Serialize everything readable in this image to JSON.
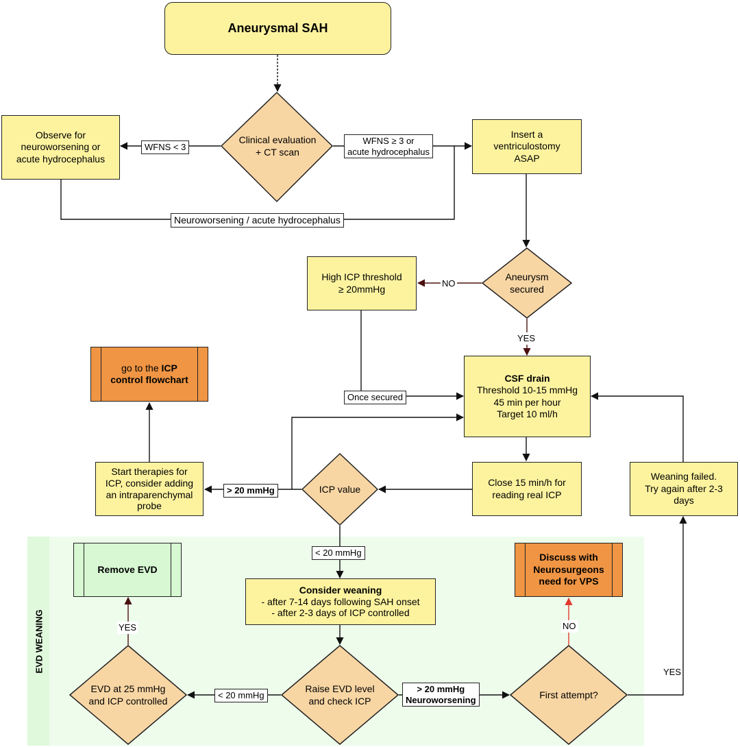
{
  "nodes": {
    "start": "Aneurysmal SAH",
    "clinical_eval": "Clinical evaluation\n+ CT scan",
    "observe": "Observe for\nneuroworsening or\nacute hydrocephalus",
    "ventriculostomy": "Insert a\nventriculostomy\nASAP",
    "aneurysm_secured": "Aneurysm\nsecured",
    "high_icp": "High ICP threshold\n≥ 20mmHg",
    "csf_drain_title": "CSF drain",
    "csf_drain_body": "Threshold 10-15 mmHg\n45 min per hour\nTarget 10 ml/h",
    "icp_control_prefix": "go to the ",
    "icp_control_bold": "ICP\ncontrol flowchart",
    "start_therapies": "Start therapies for\nICP, consider adding\nan intraparenchymal\nprobe",
    "icp_value": "ICP value",
    "close_15": "Close 15 min/h for\nreading real ICP",
    "weaning_failed": "Weaning failed.\nTry again after 2-3\ndays",
    "remove_evd": "Remove EVD",
    "consider_weaning_title": "Consider weaning",
    "consider_weaning_body": "- after 7-14 days following SAH onset\n- after 2-3 days of ICP controlled",
    "discuss_neuro": "Discuss with\nNeurosurgeons\nneed for VPS",
    "evd_25": "EVD at 25 mmHg\nand ICP controlled",
    "raise_evd": "Raise EVD level\nand check ICP",
    "first_attempt": "First attempt?"
  },
  "labels": {
    "wfns_lt3": "WFNS < 3",
    "wfns_ge3": "WFNS ≥ 3 or\nacute hydrocephalus",
    "neuroworsening": "Neuroworsening / acute hydrocephalus",
    "no_1": "NO",
    "yes_1": "YES",
    "once_secured": "Once secured",
    "gt20": "> 20 mmHg",
    "lt20_a": "< 20 mmHg",
    "yes_2": "YES",
    "no_2": "NO",
    "yes_3": "YES",
    "lt20_b": "< 20 mmHg",
    "gt20_neuro": "> 20 mmHg\nNeuroworsening"
  },
  "section": {
    "evd_weaning": "EVD WEANING"
  },
  "colors": {
    "yellow_fill": "#fdf39f",
    "diamond_fill": "#f8d6a4",
    "orange_fill": "#ef9544",
    "green_fill": "#d7f8d2",
    "section_bg": "#eefcec",
    "red_arrow": "#e23b2e",
    "dark_arrow": "#4a1010"
  }
}
